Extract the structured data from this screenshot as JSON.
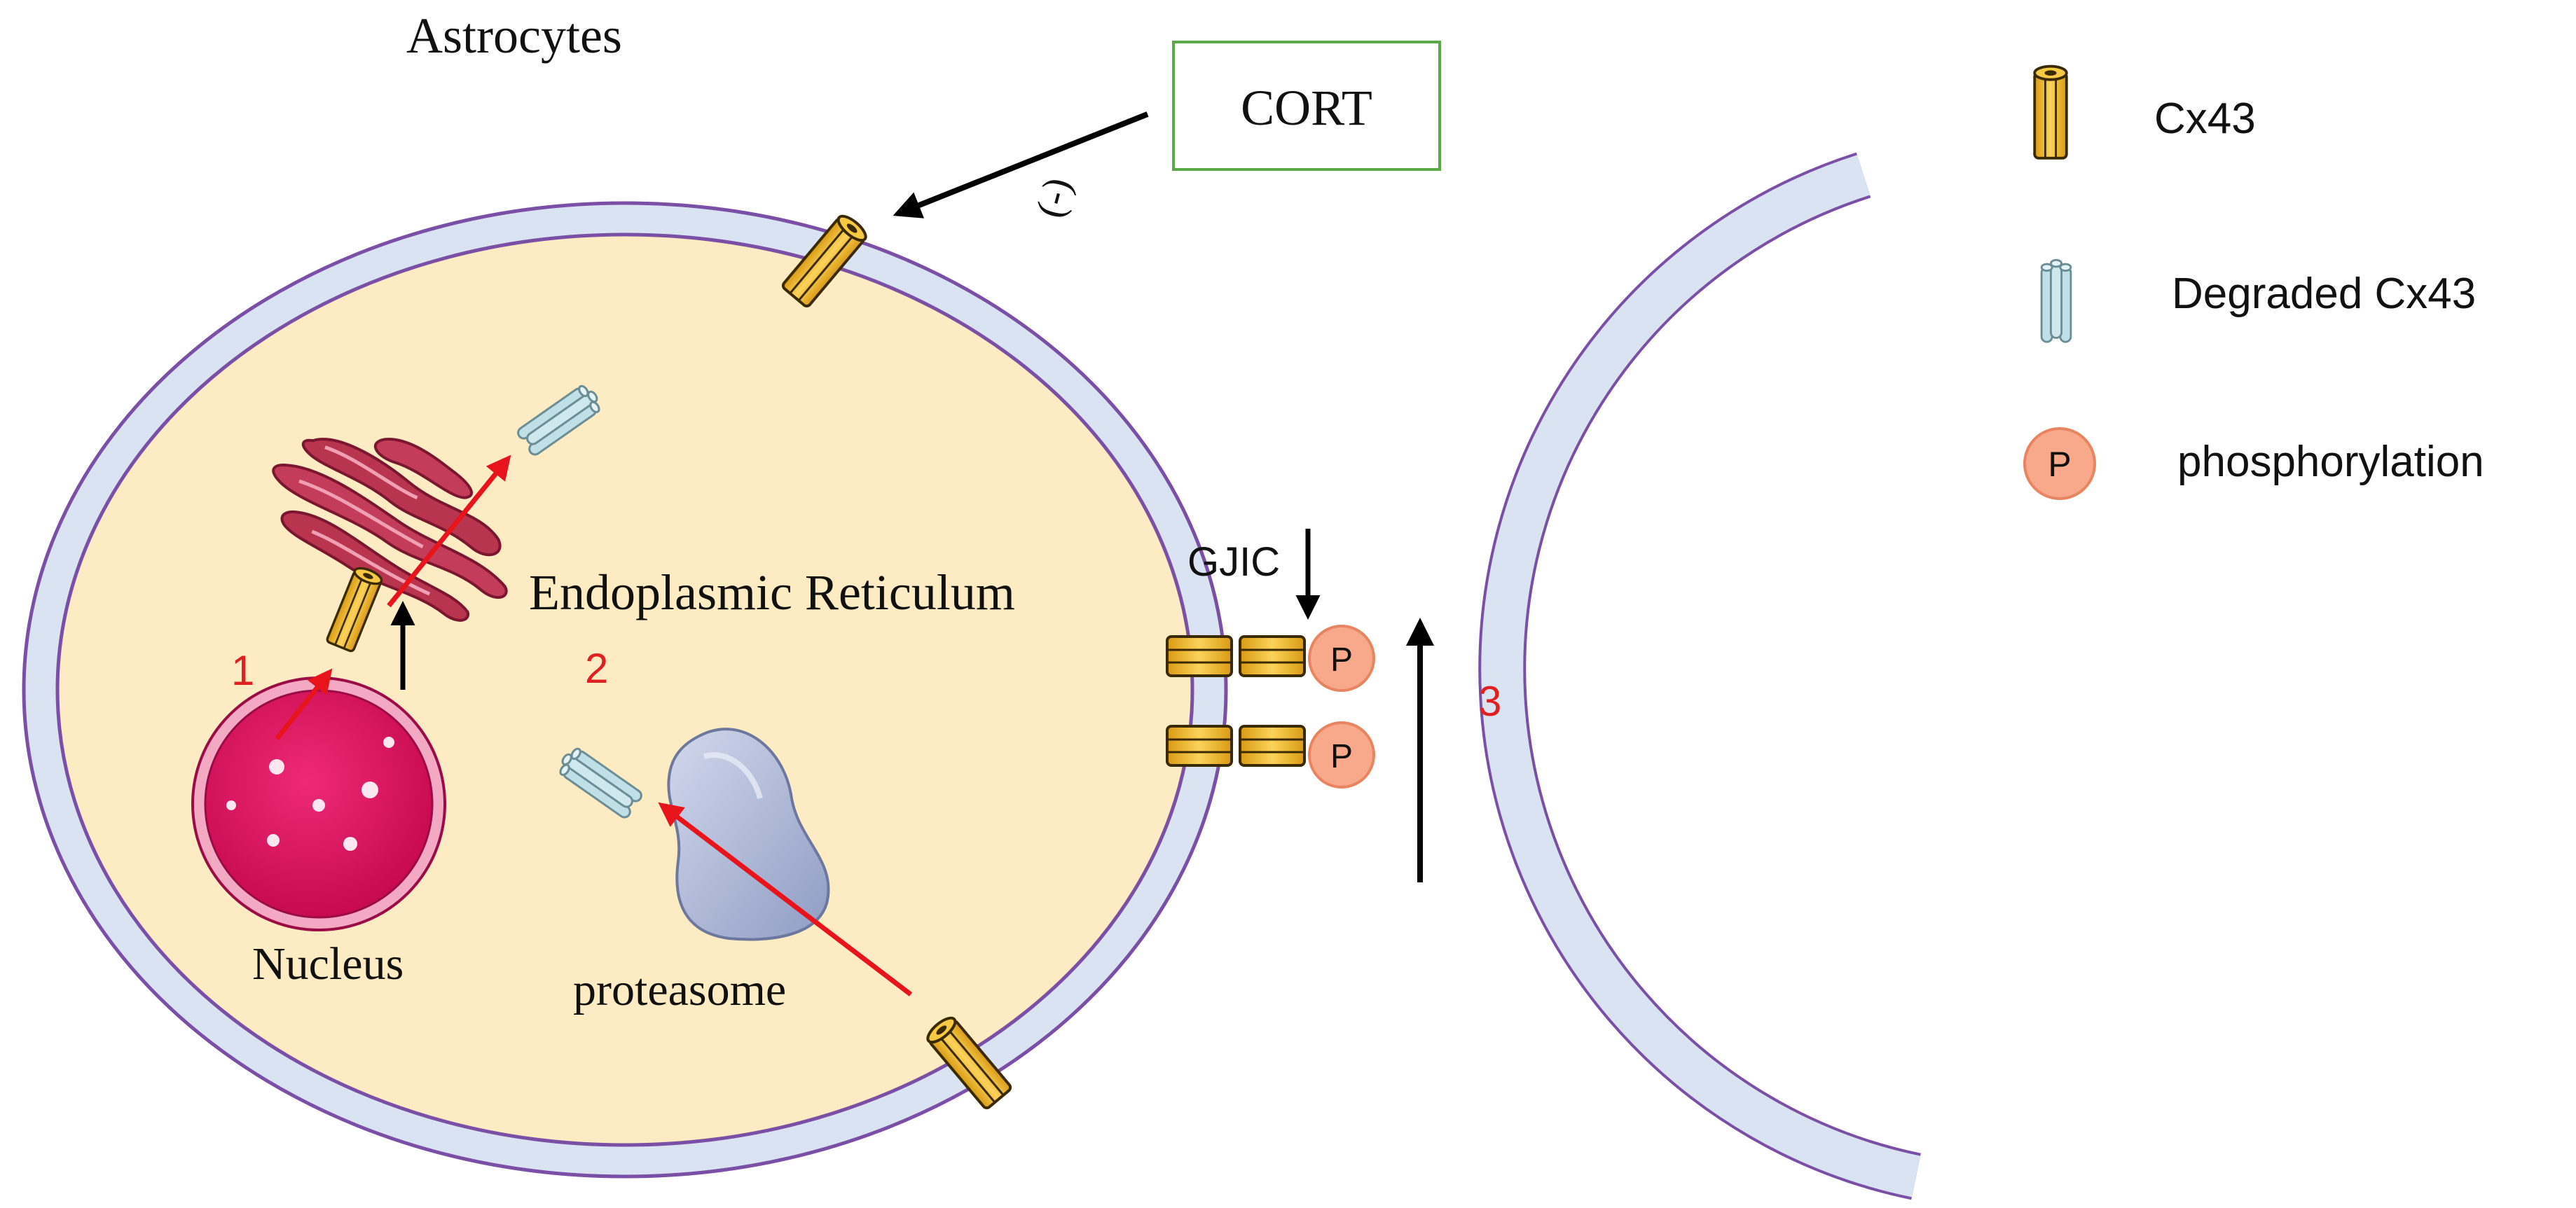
{
  "diagram": {
    "title": "Astrocytes",
    "cort_label": "CORT",
    "inhibit_label": "(-)",
    "er_label": "Endoplasmic Reticulum",
    "nucleus_label": "Nucleus",
    "proteasome_label": "proteasome",
    "gjic_label": "GJIC",
    "phospho_label_top": "P",
    "phospho_label_bottom": "P",
    "step_1": "1",
    "step_2": "2",
    "step_3": "3"
  },
  "legend": {
    "items": [
      {
        "icon": "cx43-connexon-icon",
        "label": "Cx43"
      },
      {
        "icon": "degraded-cx43-icon",
        "label": "Degraded Cx43"
      },
      {
        "icon": "phosphorylation-icon",
        "symbol": "P",
        "label": "phosphorylation"
      }
    ]
  },
  "colors": {
    "cytoplasm": "#fdebc4",
    "membrane_fill": "#d9e3f2",
    "membrane_stroke": "#7b4fa6",
    "connexon": "#f2bc2e",
    "degraded": "#bfe0e6",
    "phospho": "#f8a98c",
    "nucleus": "#e0115f",
    "er": "#b8344f",
    "proteasome": "#b3bcd9",
    "cort_box": "#5aa846",
    "red_arrow": "#e8141b",
    "step_number": "#e02020"
  }
}
